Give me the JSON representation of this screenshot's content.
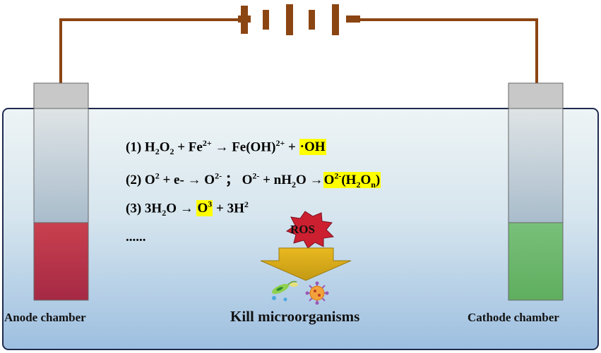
{
  "equations": {
    "eq1": {
      "prefix": "(1) H",
      "s1": "2",
      "o": "O",
      "s2": "2",
      "plus": " + Fe",
      "sup1": "2+",
      "arrow": " → Fe(OH)",
      "sup2": "2+",
      "plus2": " + ",
      "hl": "·OH"
    },
    "eq2": {
      "prefix": "(2) O",
      "sup1": "2",
      "mid1": " + e- → O",
      "sup2": "2-",
      "semi": " ； O",
      "sup3": "2-",
      "mid2": " + nH",
      "sub1": "2",
      "mid3": "O →",
      "hl_a": "O",
      "hl_sup": "2-",
      "hl_b": "(H",
      "hl_sub1": "2",
      "hl_c": "O",
      "hl_sub2": "n",
      "hl_d": ")"
    },
    "eq3": {
      "prefix": "(3) 3H",
      "sub1": "2",
      "mid1": "O → ",
      "hl_a": "O",
      "hl_sup": "3",
      "mid2": " + 3H",
      "sup2": "2"
    },
    "more": "......"
  },
  "ros_label": "ROS",
  "kill_label": "Kill microorganisms",
  "anode_label": "Anode chamber",
  "cathode_label": "Cathode chamber",
  "colors": {
    "wire": "#8b4513",
    "water_top": "#eef4f5",
    "water_bottom": "#9dbfe0",
    "anode_fill": "#c0394b",
    "cathode_fill": "#6aba6a",
    "tube_cap": "#c8c8c8",
    "arrow": "#d4a817",
    "ros_burst": "#cc2030",
    "highlight": "#ffff00"
  }
}
